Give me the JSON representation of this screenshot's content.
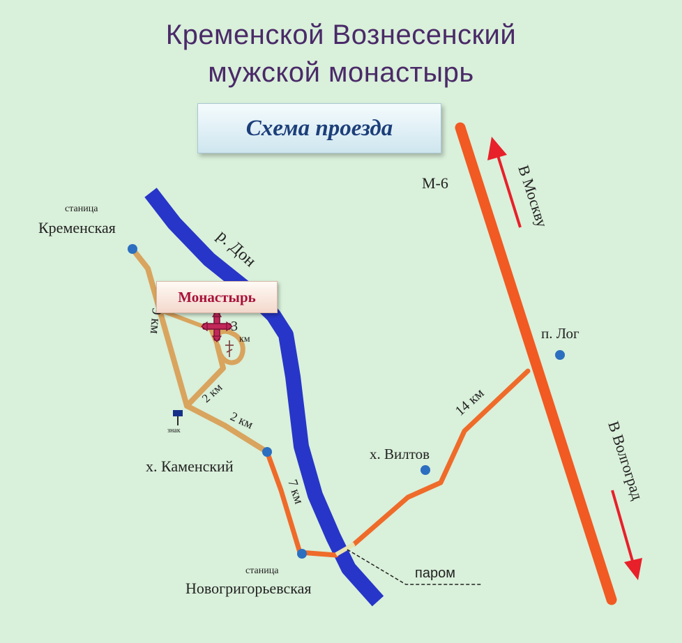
{
  "title": {
    "line1": "Кременской Вознесенский",
    "line2": "мужской монастырь"
  },
  "scheme_label": "Схема проезда",
  "places": {
    "kremenskaya_prefix": "станица",
    "kremenskaya": "Кременская",
    "kamensky": "х. Каменский",
    "novogrigorievskaya_prefix": "станица",
    "novogrigorievskaya": "Новогригорьевская",
    "viltov": "х. Вилтов",
    "log": "п. Лог"
  },
  "monastery_label": "Монастырь",
  "river_label": "р. Дон",
  "highway_label": "М-6",
  "directions": {
    "moscow": "В Москву",
    "volgograd": "В Волгоград"
  },
  "distances": {
    "d9": "9 км",
    "d3": "3",
    "d3_unit": "км",
    "d2a": "2 км",
    "d2b": "2 км",
    "d7": "7 км",
    "d14": "14 км"
  },
  "sign_label": "знак",
  "ferry_label": "паром",
  "colors": {
    "background": "#d9f0da",
    "river": "#2736c8",
    "highway": "#f15a22",
    "local_road": "#d9a45e",
    "main_road": "#ef6b2a",
    "settlement_dot": "#2c6fc0",
    "arrow": "#e8202a",
    "title": "#4a2a68",
    "monastery_text": "#a8123a"
  },
  "icons": {
    "monastery": "orthodox-cross-icon",
    "cross": "monastery-cross-icon",
    "sign": "road-sign-icon"
  }
}
